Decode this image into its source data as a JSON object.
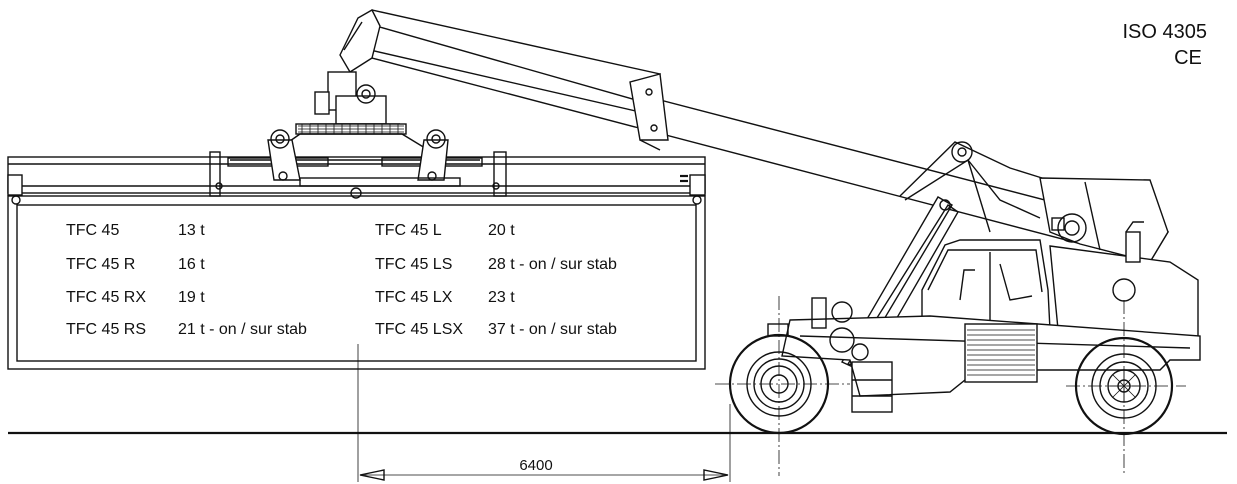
{
  "standards": [
    "ISO 4305",
    "CE"
  ],
  "dimension": {
    "value": "6400"
  },
  "capacity_table": {
    "rows": [
      {
        "model": "TFC 45",
        "capacity": "13 t"
      },
      {
        "model": "TFC 45 R",
        "capacity": "16 t"
      },
      {
        "model": "TFC 45 RX",
        "capacity": "19 t"
      },
      {
        "model": "TFC 45 RS",
        "capacity": "21 t - on / sur stab"
      },
      {
        "model": "TFC 45 L",
        "capacity": "20 t"
      },
      {
        "model": "TFC 45 LS",
        "capacity": "28 t - on / sur stab"
      },
      {
        "model": "TFC 45 LX",
        "capacity": "23 t"
      },
      {
        "model": "TFC 45 LSX",
        "capacity": "37 t - on / sur stab"
      }
    ]
  }
}
